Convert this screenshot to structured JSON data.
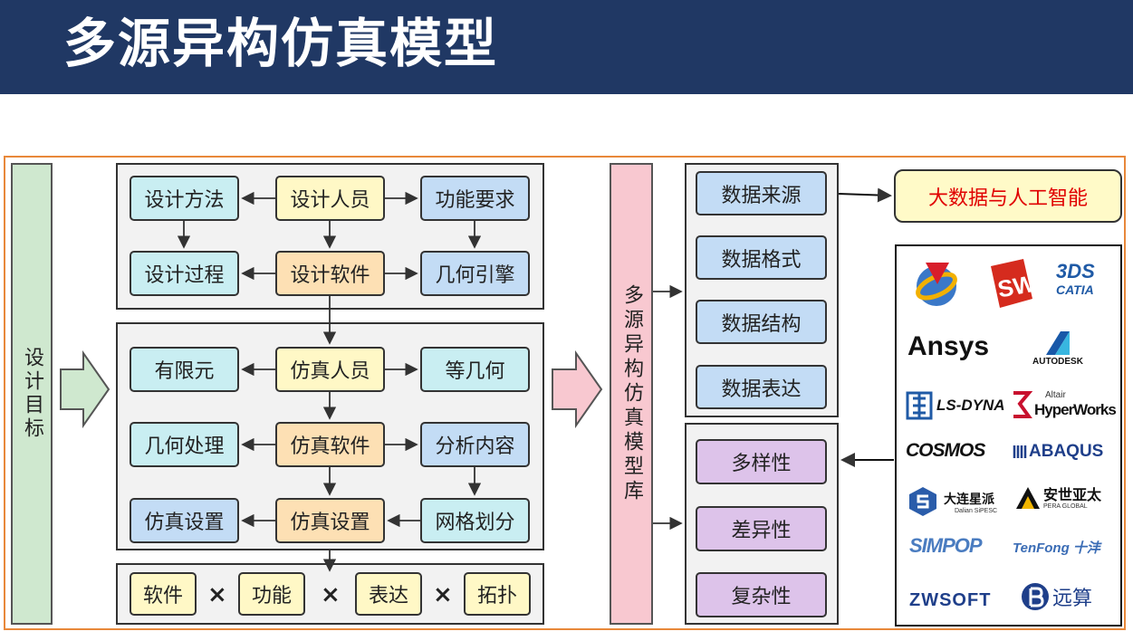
{
  "title": "多源异构仿真模型",
  "left_bar": "设计目标",
  "mid_bar": "多源异构仿真模型库",
  "design": {
    "method": "设计方法",
    "personnel": "设计人员",
    "requirement": "功能要求",
    "process": "设计过程",
    "software": "设计软件",
    "geometry_engine": "几何引擎"
  },
  "simulation": {
    "fem": "有限元",
    "personnel": "仿真人员",
    "isogeometric": "等几何",
    "geometry_processing": "几何处理",
    "software": "仿真软件",
    "analysis_content": "分析内容",
    "setting_left": "仿真设置",
    "setting_center": "仿真设置",
    "meshing": "网格划分"
  },
  "bottom": {
    "items": [
      "软件",
      "功能",
      "表达",
      "拓扑"
    ],
    "times": "×"
  },
  "data_props": [
    "数据来源",
    "数据格式",
    "数据结构",
    "数据表达"
  ],
  "traits": [
    "多样性",
    "差异性",
    "复杂性"
  ],
  "ai_label": "大数据与人工智能",
  "logos": {
    "catia_ds": "3DS",
    "catia": "CATIA",
    "sw": "SW",
    "ansys": "Ansys",
    "autodesk": "AUTODESK",
    "lsdyna": "LS-DYNA",
    "altair": "Altair",
    "hyperworks": "HyperWorks",
    "cosmos": "COSMOS",
    "abaqus": "ABAQUS",
    "sipesc": "大连星派",
    "sipesc_sub": "Dalian SiPESC",
    "pera": "安世亚太",
    "pera_sub": "PERA GLOBAL",
    "simpop": "SIMPOP",
    "tenfong": "TenFong 十沣",
    "zwsoft": "ZWSOFT",
    "yuansuan": "远算"
  },
  "colors": {
    "header": "#203864",
    "frame": "#e8883a",
    "cyan": "#c9eef2",
    "yellow": "#fff8c6",
    "orange": "#fde0b4",
    "blue": "#c3dcf5",
    "purple": "#ddc3ea",
    "green": "#cfe8cf",
    "pink": "#f8c8d0",
    "ai_text": "#e00000"
  }
}
